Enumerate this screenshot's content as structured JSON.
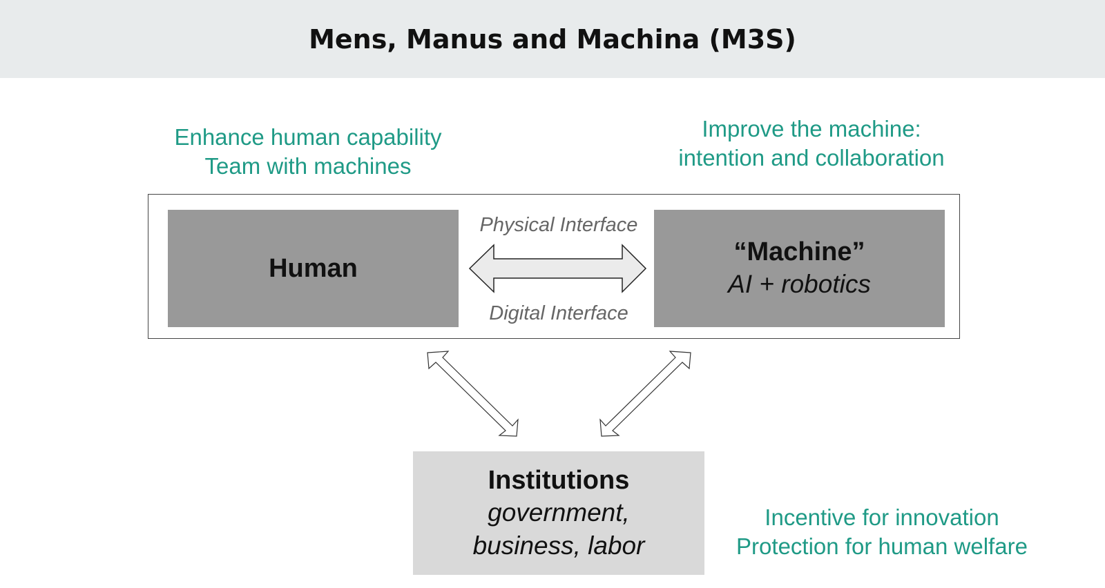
{
  "title": "Mens, Manus and Machina (M3S)",
  "notes": {
    "human_goals": [
      "Enhance human capability",
      "Team with machines"
    ],
    "machine_goals": [
      "Improve the machine:",
      "intention and collaboration"
    ],
    "institution_goals": [
      "Incentive for innovation",
      "Protection for human welfare"
    ]
  },
  "boxes": {
    "human": {
      "label": "Human"
    },
    "machine": {
      "label": "“Machine”",
      "sublabel": "AI + robotics"
    },
    "institutions": {
      "label": "Institutions",
      "sublabel_lines": [
        "government,",
        "business, labor"
      ]
    }
  },
  "interface": {
    "physical": "Physical Interface",
    "digital": "Digital Interface"
  },
  "colors": {
    "accent_teal": "#1f9a86",
    "box_dark_gray": "#999999",
    "box_light_gray": "#d9d9d9",
    "title_bg": "#e8ebec",
    "interface_text": "#666666",
    "arrow_fill": "#ebebeb",
    "arrow_stroke": "#222222"
  }
}
